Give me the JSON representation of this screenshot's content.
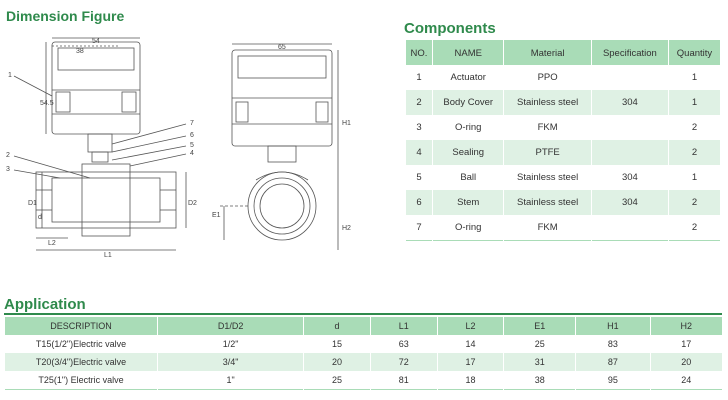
{
  "dimension": {
    "title": "Dimension Figure",
    "labels": [
      "54",
      "38",
      "65",
      "54.5",
      "1",
      "7",
      "6",
      "5",
      "4",
      "2",
      "3",
      "D1",
      "D2",
      "d",
      "L2",
      "L1",
      "H1",
      "H2",
      "E1"
    ]
  },
  "components": {
    "title": "Components",
    "headers": [
      "NO.",
      "NAME",
      "Material",
      "Specification",
      "Quantity"
    ],
    "rows": [
      [
        "1",
        "Actuator",
        "PPO",
        "",
        "1"
      ],
      [
        "2",
        "Body Cover",
        "Stainless steel",
        "304",
        "1"
      ],
      [
        "3",
        "O-ring",
        "FKM",
        "",
        "2"
      ],
      [
        "4",
        "Sealing",
        "PTFE",
        "",
        "2"
      ],
      [
        "5",
        "Ball",
        "Stainless steel",
        "304",
        "1"
      ],
      [
        "6",
        "Stem",
        "Stainless steel",
        "304",
        "2"
      ],
      [
        "7",
        "O-ring",
        "FKM",
        "",
        "2"
      ]
    ]
  },
  "application": {
    "title": "Application",
    "headers": [
      "DESCRIPTION",
      "D1/D2",
      "d",
      "L1",
      "L2",
      "E1",
      "H1",
      "H2"
    ],
    "rows": [
      [
        "T15(1/2\")Electric valve",
        "1/2\"",
        "15",
        "63",
        "14",
        "25",
        "83",
        "17"
      ],
      [
        "T20(3/4\")Electric valve",
        "3/4\"",
        "20",
        "72",
        "17",
        "31",
        "87",
        "20"
      ],
      [
        "T25(1\") Electric valve",
        "1\"",
        "25",
        "81",
        "18",
        "38",
        "95",
        "24"
      ]
    ]
  },
  "colors": {
    "accent": "#2f8a4c",
    "header_bg": "#a9dcb7",
    "row_alt": "#dff1e4"
  }
}
